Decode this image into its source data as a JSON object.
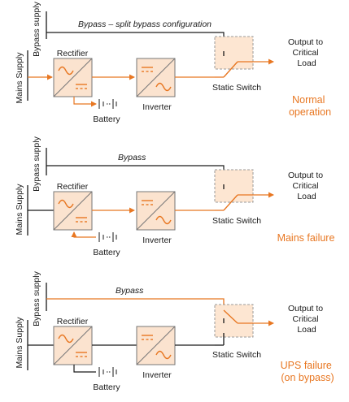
{
  "colors": {
    "accent": "#e87722",
    "line": "#1a1a1a",
    "block_fill": "#fbe3cf",
    "block_border": "#777777",
    "switch_fill": "#fde6d2"
  },
  "panels": [
    {
      "bypass_supply_label": "Bypass supply",
      "mains_supply_label": "Mains Supply",
      "bypass_label": "Bypass – split bypass configuration",
      "rectifier_label": "Rectifier",
      "inverter_label": "Inverter",
      "battery_label": "Battery",
      "static_switch_label": "Static Switch",
      "output_label": [
        "Output to",
        "Critical",
        "Load"
      ],
      "state_label": [
        "Normal",
        "operation"
      ]
    },
    {
      "bypass_supply_label": "Bypass supply",
      "mains_supply_label": "Mains Supply",
      "bypass_label": "Bypass",
      "rectifier_label": "Rectifier",
      "inverter_label": "Inverter",
      "battery_label": "Battery",
      "static_switch_label": "Static Switch",
      "output_label": [
        "Output to",
        "Critical",
        "Load"
      ],
      "state_label": [
        "Mains failure"
      ]
    },
    {
      "bypass_supply_label": "Bypass supply",
      "mains_supply_label": "Mains Supply",
      "bypass_label": "Bypass",
      "rectifier_label": "Rectifier",
      "inverter_label": "Inverter",
      "battery_label": "Battery",
      "static_switch_label": "Static Switch",
      "output_label": [
        "Output to",
        "Critical",
        "Load"
      ],
      "state_label": [
        "UPS failure",
        "(on bypass)"
      ]
    }
  ]
}
